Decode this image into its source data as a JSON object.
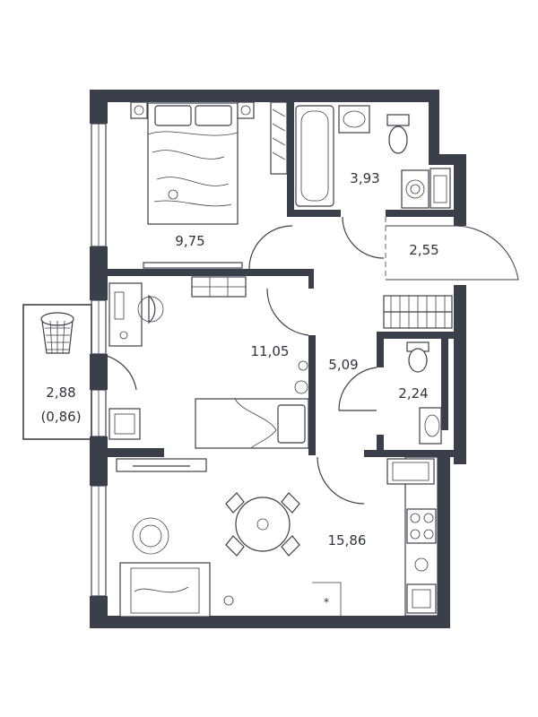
{
  "rooms": {
    "bedroom_1": "9,75",
    "bathroom": "3,93",
    "hall_nook": "2,55",
    "bedroom_2": "11,05",
    "corridor": "5,09",
    "toilet": "2,24",
    "loggia_total": "2,88",
    "loggia_reduced": "(0,86)",
    "kitchen_living": "15,86"
  },
  "marks": {
    "asterisk": "*"
  },
  "colors": {
    "wall": "#3b3f4a",
    "background": "#ffffff"
  }
}
